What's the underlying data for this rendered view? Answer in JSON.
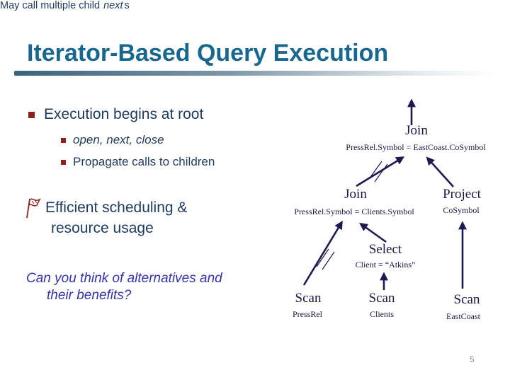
{
  "slide": {
    "title": "Iterator-Based Query Execution",
    "page_number": "5",
    "bullets": {
      "l1": "Execution begins at root",
      "l2a": "open, next, close",
      "l2b": "Propagate calls to children",
      "l3_pre": "May call multiple child ",
      "l3_italic": "next",
      "l3_post": "s",
      "flag_line1": "Efficient scheduling &",
      "flag_line2": "resource usage"
    },
    "question": {
      "line1": "Can you think of alternatives and",
      "line2": "their benefits?"
    },
    "tree": {
      "nodes": {
        "join_top": {
          "label": "Join",
          "condition": "PressRel.Symbol = EastCoast.CoSymbol"
        },
        "join_mid": {
          "label": "Join",
          "condition": "PressRel.Symbol = Clients.Symbol"
        },
        "project": {
          "label": "Project",
          "condition": "CoSymbol"
        },
        "select": {
          "label": "Select",
          "condition": "Client = “Atkins”"
        },
        "scan_pressrel": {
          "label": "Scan",
          "condition": "PressRel"
        },
        "scan_clients": {
          "label": "Scan",
          "condition": "Clients"
        },
        "scan_eastcoast": {
          "label": "Scan",
          "condition": "EastCoast"
        }
      }
    },
    "colors": {
      "title": "#17678F",
      "body_text": "#1E3A5F",
      "bullet_marker": "#8E1F1F",
      "question_text": "#3232AE",
      "tree_ink": "#1B1B52",
      "page_number": "#8a8a8a"
    }
  }
}
